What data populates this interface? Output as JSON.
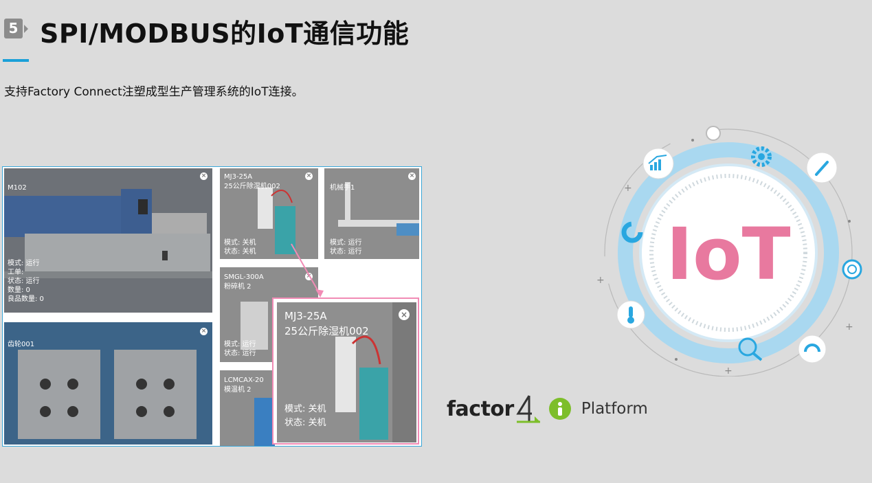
{
  "header": {
    "badge_number": "5",
    "title": "SPI/MODBUS的IoT通信功能",
    "subtitle": "支持Factory Connect注塑成型生产管理系统的IoT连接。"
  },
  "dashboard": {
    "tiles": [
      {
        "name": "M102",
        "lines": [
          "模式: 运行",
          "工单:",
          "状态: 运行",
          "数量: 0",
          "良品数量: 0"
        ]
      },
      {
        "name": "MJ3-25A",
        "subname": "25公斤除湿机002",
        "lines": [
          "模式: 关机",
          "状态: 关机"
        ]
      },
      {
        "name": "机械手1",
        "lines": [
          "模式: 运行",
          "状态: 运行"
        ]
      },
      {
        "name": "SMGL-300A",
        "subname": "粉碎机 2",
        "lines": [
          "模式: 运行",
          "状态: 运行"
        ]
      },
      {
        "name": "齿轮001"
      },
      {
        "name": "LCMCAX-20",
        "subname": "模温机 2"
      }
    ],
    "popup": {
      "name": "MJ3-25A",
      "subname": "25公斤除湿机002",
      "mode": "模式: 关机",
      "status": "状态: 关机"
    },
    "close_glyph": "×"
  },
  "iot": {
    "label": "IoT",
    "colors": {
      "pink": "#e8799f",
      "blue": "#29a7e0",
      "ring": "#a9d8f0"
    },
    "icons": [
      "trend-chart-icon",
      "gear-icon",
      "wrench-icon",
      "pie-chart-icon",
      "gauge-icon",
      "thermometer-icon",
      "magnifier-icon",
      "speedometer-icon"
    ]
  },
  "brand": {
    "factor": "factor",
    "digit": "4",
    "platform": "Platform",
    "accent": "#7dbe2a"
  }
}
